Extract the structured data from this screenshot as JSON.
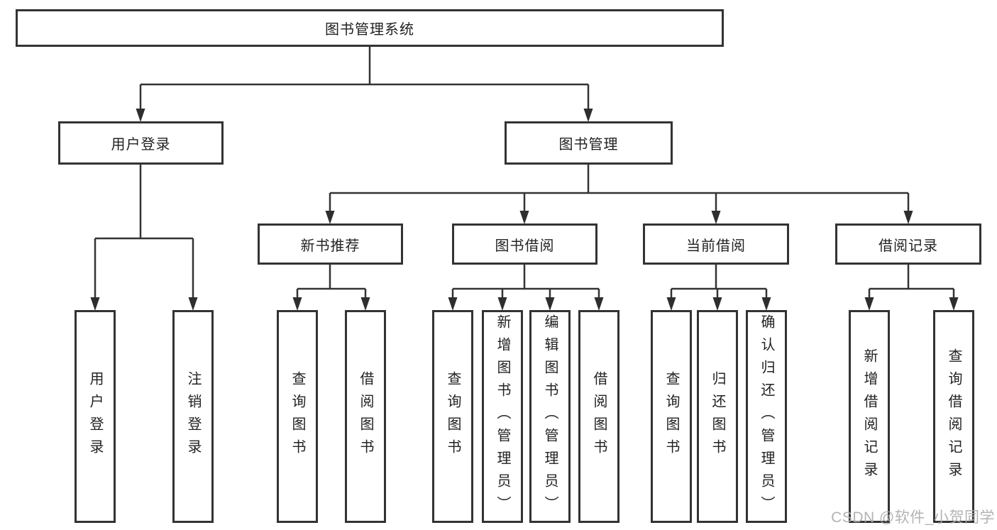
{
  "page": {
    "background": "#ffffff"
  },
  "colors": {
    "line": "#333333",
    "text": "#222222",
    "box_background": "#ffffff",
    "watermark": "#adadad",
    "background": "#ffffff"
  },
  "watermark": "CSDN @软件_小贺同学",
  "chart_data": {
    "type": "tree-diagram",
    "title": "图书管理系统"
  },
  "tree": {
    "root": {
      "label": "图书管理系统",
      "children": [
        {
          "label": "用户登录",
          "children": [
            {
              "label": "用户登录"
            },
            {
              "label": "注销登录"
            }
          ]
        },
        {
          "label": "图书管理",
          "children": [
            {
              "label": "新书推荐",
              "children": [
                {
                  "label": "查询图书"
                },
                {
                  "label": "借阅图书"
                }
              ]
            },
            {
              "label": "图书借阅",
              "children": [
                {
                  "label": "查询图书"
                },
                {
                  "label": "新增图书（管理员）"
                },
                {
                  "label": "编辑图书（管理员）"
                },
                {
                  "label": "借阅图书"
                }
              ]
            },
            {
              "label": "当前借阅",
              "children": [
                {
                  "label": "查询图书"
                },
                {
                  "label": "归还图书"
                },
                {
                  "label": "确认归还（管理员）"
                }
              ]
            },
            {
              "label": "借阅记录",
              "children": [
                {
                  "label": "新增借阅记录"
                },
                {
                  "label": "查询借阅记录"
                }
              ]
            }
          ]
        }
      ]
    }
  }
}
